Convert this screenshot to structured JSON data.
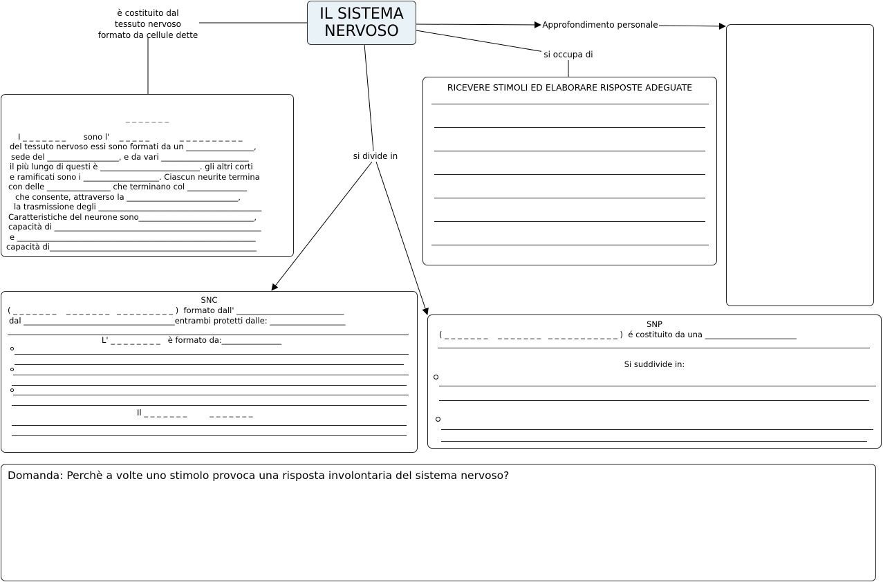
{
  "central": {
    "title_line1": "IL SISTEMA",
    "title_line2": "NERVOSO"
  },
  "links": {
    "tissue_line1": "è costituito dal",
    "tissue_line2": "tessuto nervoso",
    "tissue_line3": "formato da cellule dette",
    "divides": "si divide in",
    "occupies": "si occupa di",
    "personal": "Approfondimento personale"
  },
  "neuron_box": {
    "heading": "_ _ _ _ _ _ _",
    "lines": [
      "I _ _ _ _ _ _ _       sono l'    _ _ _ _ _            _ _ _ _ _ _ _ _ _ _",
      "del tessuto nervoso essi sono formati da un _________________,",
      "sede del __________________, e da vari ______________________",
      "il più lungo di questi è _________________________. gli altri corti",
      "e ramificati sono i ___________________. Ciascun neurite termina",
      "con delle ________________ che terminano col _______________",
      "che consente, attraverso la ____________________________,",
      "la trasmissione degli _________________________________________",
      "Caratteristiche del neurone sono_____________________________,",
      "capacità di ____________________________________________________",
      "e ____________________________________________________________",
      "capacità di____________________________________________________"
    ]
  },
  "snc_box": {
    "title": "SNC",
    "line1_left": "( _ _ _ _ _ _ _    _ _ _ _ _ _ _   _ _ _ _ _ _ _ _ _ )  formato dall' ___________________________",
    "line2": "dal ______________________________________entrambi protetti dalle: ___________________",
    "line4": "L' _ _ _ _ _ _ _ _   è formato da:_______________",
    "line_il": "Il _ _ _ _ _ _ _         _ _ _ _ _ _ _"
  },
  "snp_box": {
    "title": "SNP",
    "line1": "( _ _ _ _ _ _ _    _ _ _ _ _ _ _   _ _ _ _ _ _ _ _ _ _ _ )  é costituito da una _______________________",
    "subdivides": "Si suddivide in:"
  },
  "stimuli_box": {
    "title": "RICEVERE STIMOLI ED ELABORARE RISPOSTE ADEGUATE"
  },
  "question_box": {
    "text": "Domanda: Perchè a volte uno stimolo provoca una risposta involontaria del sistema nervoso?"
  },
  "colors": {
    "central_fill": "#e9f2f7",
    "border": "#222222",
    "background": "#ffffff"
  }
}
